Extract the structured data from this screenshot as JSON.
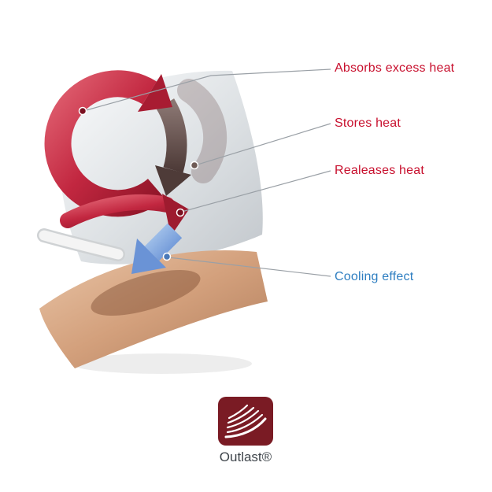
{
  "diagram": {
    "labels": [
      {
        "id": "absorbs",
        "text": "Absorbs excess heat",
        "color": "#C8102E"
      },
      {
        "id": "stores",
        "text": "Stores heat",
        "color": "#C8102E"
      },
      {
        "id": "releases",
        "text": "Realeases heat",
        "color": "#C8102E"
      },
      {
        "id": "cooling",
        "text": "Cooling effect",
        "color": "#2E7EC1"
      }
    ],
    "colors": {
      "heat_arrow": "#C22740",
      "transfer_arrow": "#5E4A46",
      "cooling_arrow": "#7FA8DE",
      "fabric_sheet": "#D4D8DC",
      "skin_surface": "#C89578",
      "leader_line": "#9AA0A6"
    }
  },
  "logo": {
    "brand": "Outlast®",
    "background": "#7A1B24"
  }
}
